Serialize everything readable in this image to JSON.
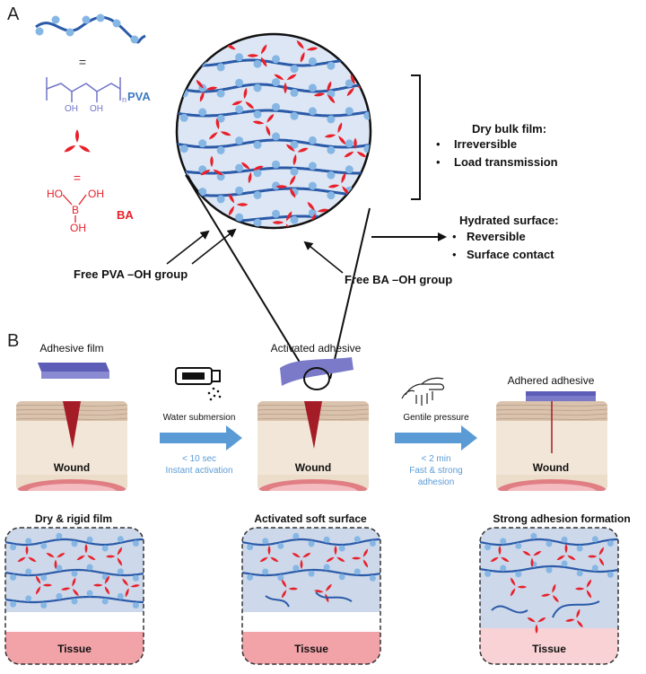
{
  "panel_a": {
    "label": "A",
    "legend": {
      "equals_1": "=",
      "pva_oh_1": "OH",
      "pva_oh_2": "OH",
      "pva_subscript": "n",
      "pva_label": "PVA",
      "equals_2": "=",
      "ba_h1": "HO",
      "ba_b": "B",
      "ba_h2": "OH",
      "ba_h3": "OH",
      "ba_label": "BA"
    },
    "dry_bulk": {
      "title": "Dry bulk film:",
      "items": [
        "Irreversible",
        "Load transmission"
      ]
    },
    "hydrated": {
      "title": "Hydrated surface:",
      "items": [
        "Reversible",
        "Surface contact"
      ]
    },
    "callouts": {
      "free_pva": "Free PVA –OH group",
      "free_ba": "Free BA –OH group"
    },
    "bullet": "•"
  },
  "panel_b": {
    "label": "B",
    "stages": {
      "adhesive_film": "Adhesive film",
      "activated_adhesive": "Activated adhesive",
      "adhered_adhesive": "Adhered adhesive"
    },
    "wound_label": "Wound",
    "step1": {
      "action": "Water submersion",
      "time": "< 10 sec",
      "note": "Instant activation"
    },
    "step2": {
      "action": "Gentile pressure",
      "time": "< 2 min",
      "note_1": "Fast & strong",
      "note_2": "adhesion"
    },
    "boxes": {
      "dry_rigid": "Dry & rigid film",
      "soft_surface": "Activated soft surface",
      "strong_adhesion": "Strong adhesion formation"
    },
    "tissue_label": "Tissue"
  },
  "colors": {
    "pva_blue": "#2a5aa8",
    "dot_blue": "#86b6e4",
    "ba_red": "#e8202a",
    "circle_fill": "#dde6f4",
    "film_purple": "#7a7ac8",
    "arrow_blue": "#5b9bd5",
    "note_blue": "#5b9bd5",
    "tissue_pink": "#f2a3a8",
    "skin_tan": "#ecdcca",
    "box_fill": "#cdd8ea"
  },
  "icons": [
    "spray-bottle-icon",
    "hand-pressing-icon",
    "bracket-icon"
  ]
}
